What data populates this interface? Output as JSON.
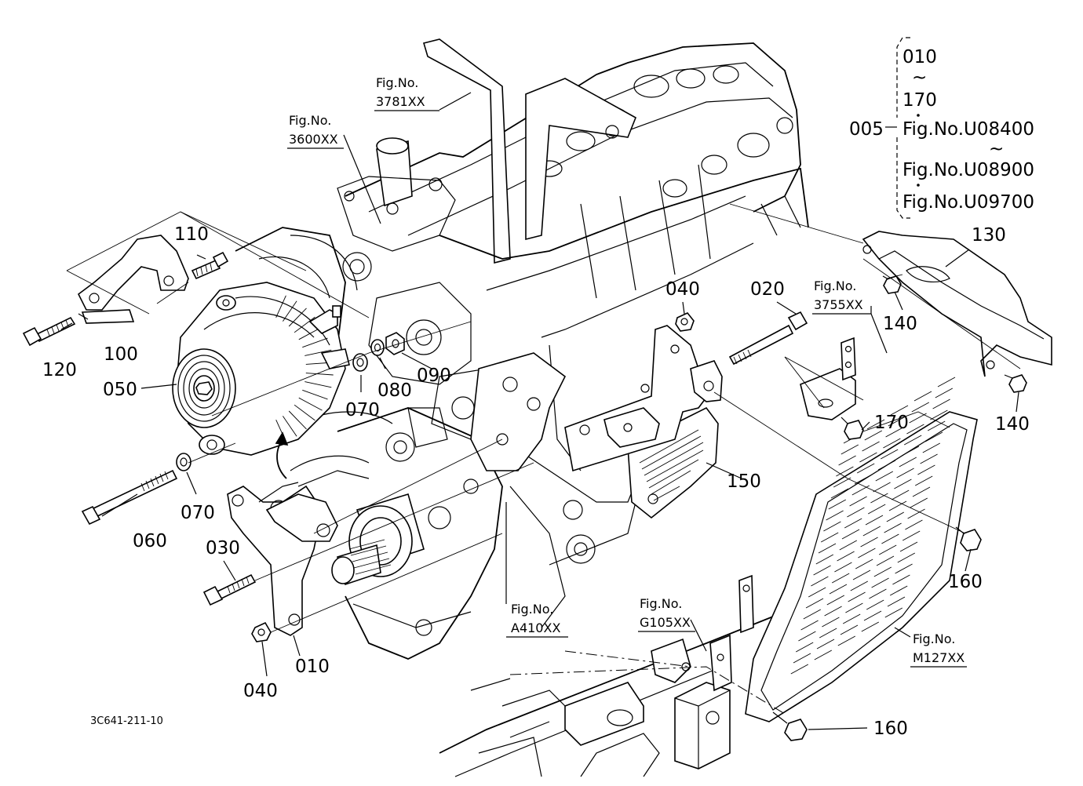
{
  "parts": {
    "p010": "010",
    "p020": "020",
    "p030": "030",
    "p040a": "040",
    "p040b": "040",
    "p050": "050",
    "p060": "060",
    "p070a": "070",
    "p070b": "070",
    "p080": "080",
    "p090": "090",
    "p100": "100",
    "p110": "110",
    "p120": "120",
    "p130": "130",
    "p140a": "140",
    "p140b": "140",
    "p150": "150",
    "p160a": "160",
    "p160b": "160",
    "p170": "170"
  },
  "figrefs": {
    "f3781": {
      "label": "Fig.No.",
      "code": "3781XX"
    },
    "f3600": {
      "label": "Fig.No.",
      "code": "3600XX"
    },
    "f3755": {
      "label": "Fig.No.",
      "code": "3755XX"
    },
    "fA410": {
      "label": "Fig.No.",
      "code": "A410XX"
    },
    "fG105": {
      "label": "Fig.No.",
      "code": "G105XX"
    },
    "fM127": {
      "label": "Fig.No.",
      "code": "M127XX"
    }
  },
  "legend": {
    "group": "005",
    "from": "010",
    "tilde1": "~",
    "to": "170",
    "fig1": "Fig.No.U08400",
    "tilde2": "~",
    "fig2": "Fig.No.U08900",
    "fig3": "Fig.No.U09700"
  },
  "diagram_code": "3C641-211-10"
}
